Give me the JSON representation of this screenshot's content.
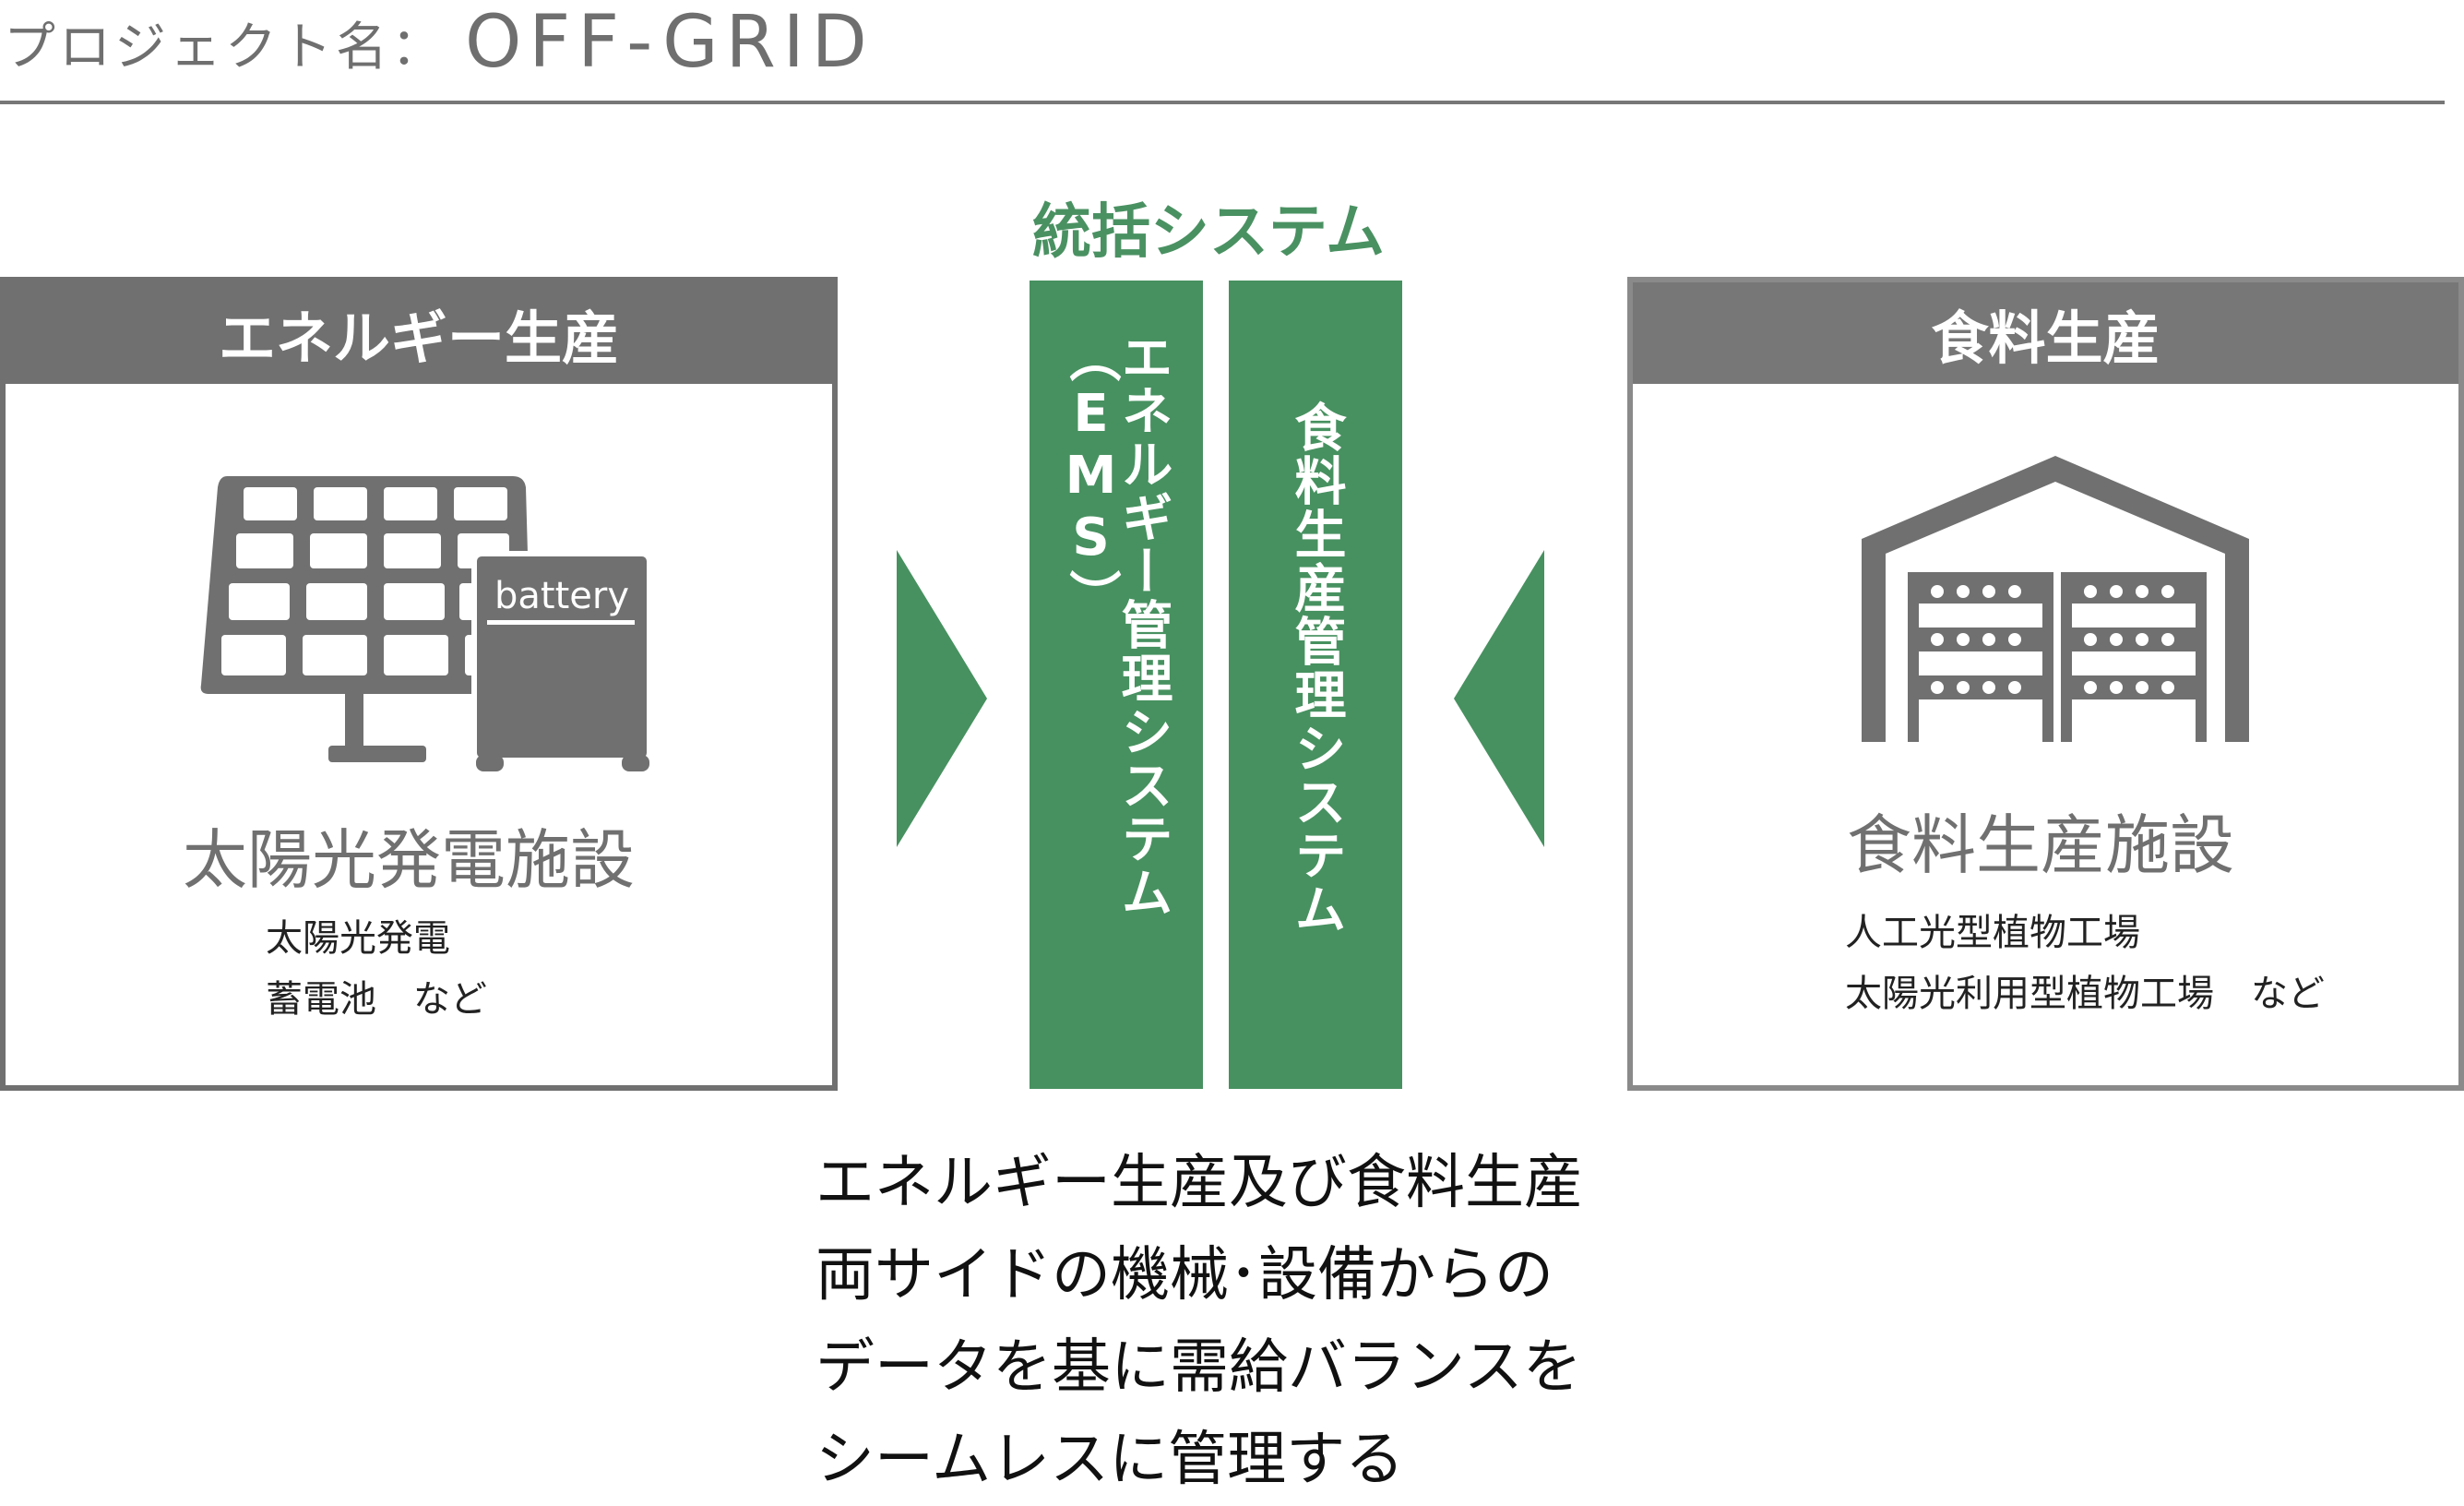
{
  "header": {
    "project_label": "プロジェクト名：",
    "project_name": "OFF-GRID"
  },
  "left_box": {
    "title": "エネルギー生産",
    "icon_text": "battery",
    "facility": "太陽光発電施設",
    "items": [
      "太陽光発電",
      "蓄電池　など"
    ]
  },
  "center": {
    "title": "統括システム",
    "columns": [
      "エネルギー管理システム（EMS）",
      "食料生産管理システム"
    ]
  },
  "right_box": {
    "title": "食料生産",
    "facility": "食料生産施設",
    "items": [
      "人工光型植物工場",
      "太陽光利用型植物工場　など"
    ]
  },
  "description": [
    "エネルギー生産及び食料生産",
    "両サイドの機械･設備からの",
    "データを基に需給バランスを",
    "シームレスに管理する"
  ],
  "colors": {
    "green": "#479160",
    "gray": "#707070"
  }
}
